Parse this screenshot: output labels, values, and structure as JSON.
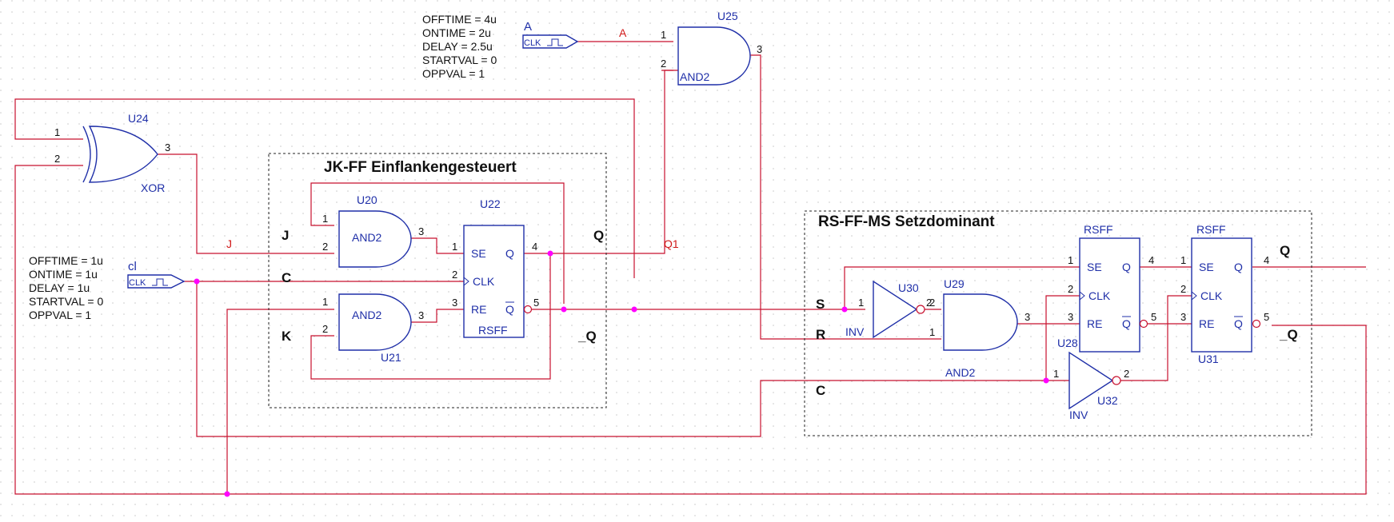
{
  "colors": {
    "wire": "#c8102e",
    "component": "#1f2fa8",
    "junction": "#ff00ff",
    "text": "#111111"
  },
  "stim_a": {
    "params": [
      "OFFTIME = 4u",
      "ONTIME = 2u",
      "DELAY = 2.5u",
      "STARTVAL = 0",
      "OPPVAL = 1"
    ],
    "name": "A",
    "clk": "CLK",
    "net": "A"
  },
  "stim_cl": {
    "params": [
      "OFFTIME = 1u",
      "ONTIME = 1u",
      "DELAY = 1u",
      "STARTVAL = 0",
      "OPPVAL = 1"
    ],
    "name": "cl",
    "clk": "CLK"
  },
  "u25": {
    "ref": "U25",
    "type": "AND2",
    "p1": "1",
    "p2": "2",
    "p3": "3"
  },
  "u24": {
    "ref": "U24",
    "type": "XOR",
    "p1": "1",
    "p2": "2",
    "p3": "3"
  },
  "block1": {
    "title": "JK-FF Einflankengesteuert",
    "ports": {
      "j": "J",
      "c": "C",
      "k": "K",
      "q": "Q",
      "nq": "_Q"
    },
    "net_j": "J",
    "net_q1": "Q1",
    "u20": {
      "ref": "U20",
      "type": "AND2",
      "p1": "1",
      "p2": "2",
      "p3": "3"
    },
    "u21": {
      "ref": "U21",
      "type": "AND2",
      "p1": "1",
      "p2": "2",
      "p3": "3"
    },
    "u22": {
      "ref": "U22",
      "type": "RSFF",
      "se": "SE",
      "clk": "CLK",
      "re": "RE",
      "q": "Q",
      "qbar": "Q",
      "p1": "1",
      "p2": "2",
      "p3": "3",
      "p4": "4",
      "p5": "5"
    }
  },
  "block2": {
    "title": "RS-FF-MS Setzdominant",
    "ports": {
      "s": "S",
      "r": "R",
      "c": "C",
      "q": "Q",
      "nq": "_Q"
    },
    "u30": {
      "ref": "U30",
      "type": "INV",
      "p1": "1",
      "p2": "2"
    },
    "u29": {
      "ref": "U29",
      "type": "AND2",
      "p1": "1",
      "p2": "2",
      "p3": "3"
    },
    "u32": {
      "ref": "U32",
      "type": "INV",
      "p1": "1",
      "p2": "2"
    },
    "u28": {
      "ref": "U28",
      "type": "RSFF",
      "se": "SE",
      "clk": "CLK",
      "re": "RE",
      "q": "Q",
      "qbar": "Q",
      "p1": "1",
      "p2": "2",
      "p3": "3",
      "p4": "4",
      "p5": "5"
    },
    "u31": {
      "ref": "U31",
      "type": "RSFF",
      "se": "SE",
      "clk": "CLK",
      "re": "RE",
      "q": "Q",
      "qbar": "Q",
      "p1": "1",
      "p2": "2",
      "p3": "3",
      "p4": "4",
      "p5": "5"
    }
  }
}
